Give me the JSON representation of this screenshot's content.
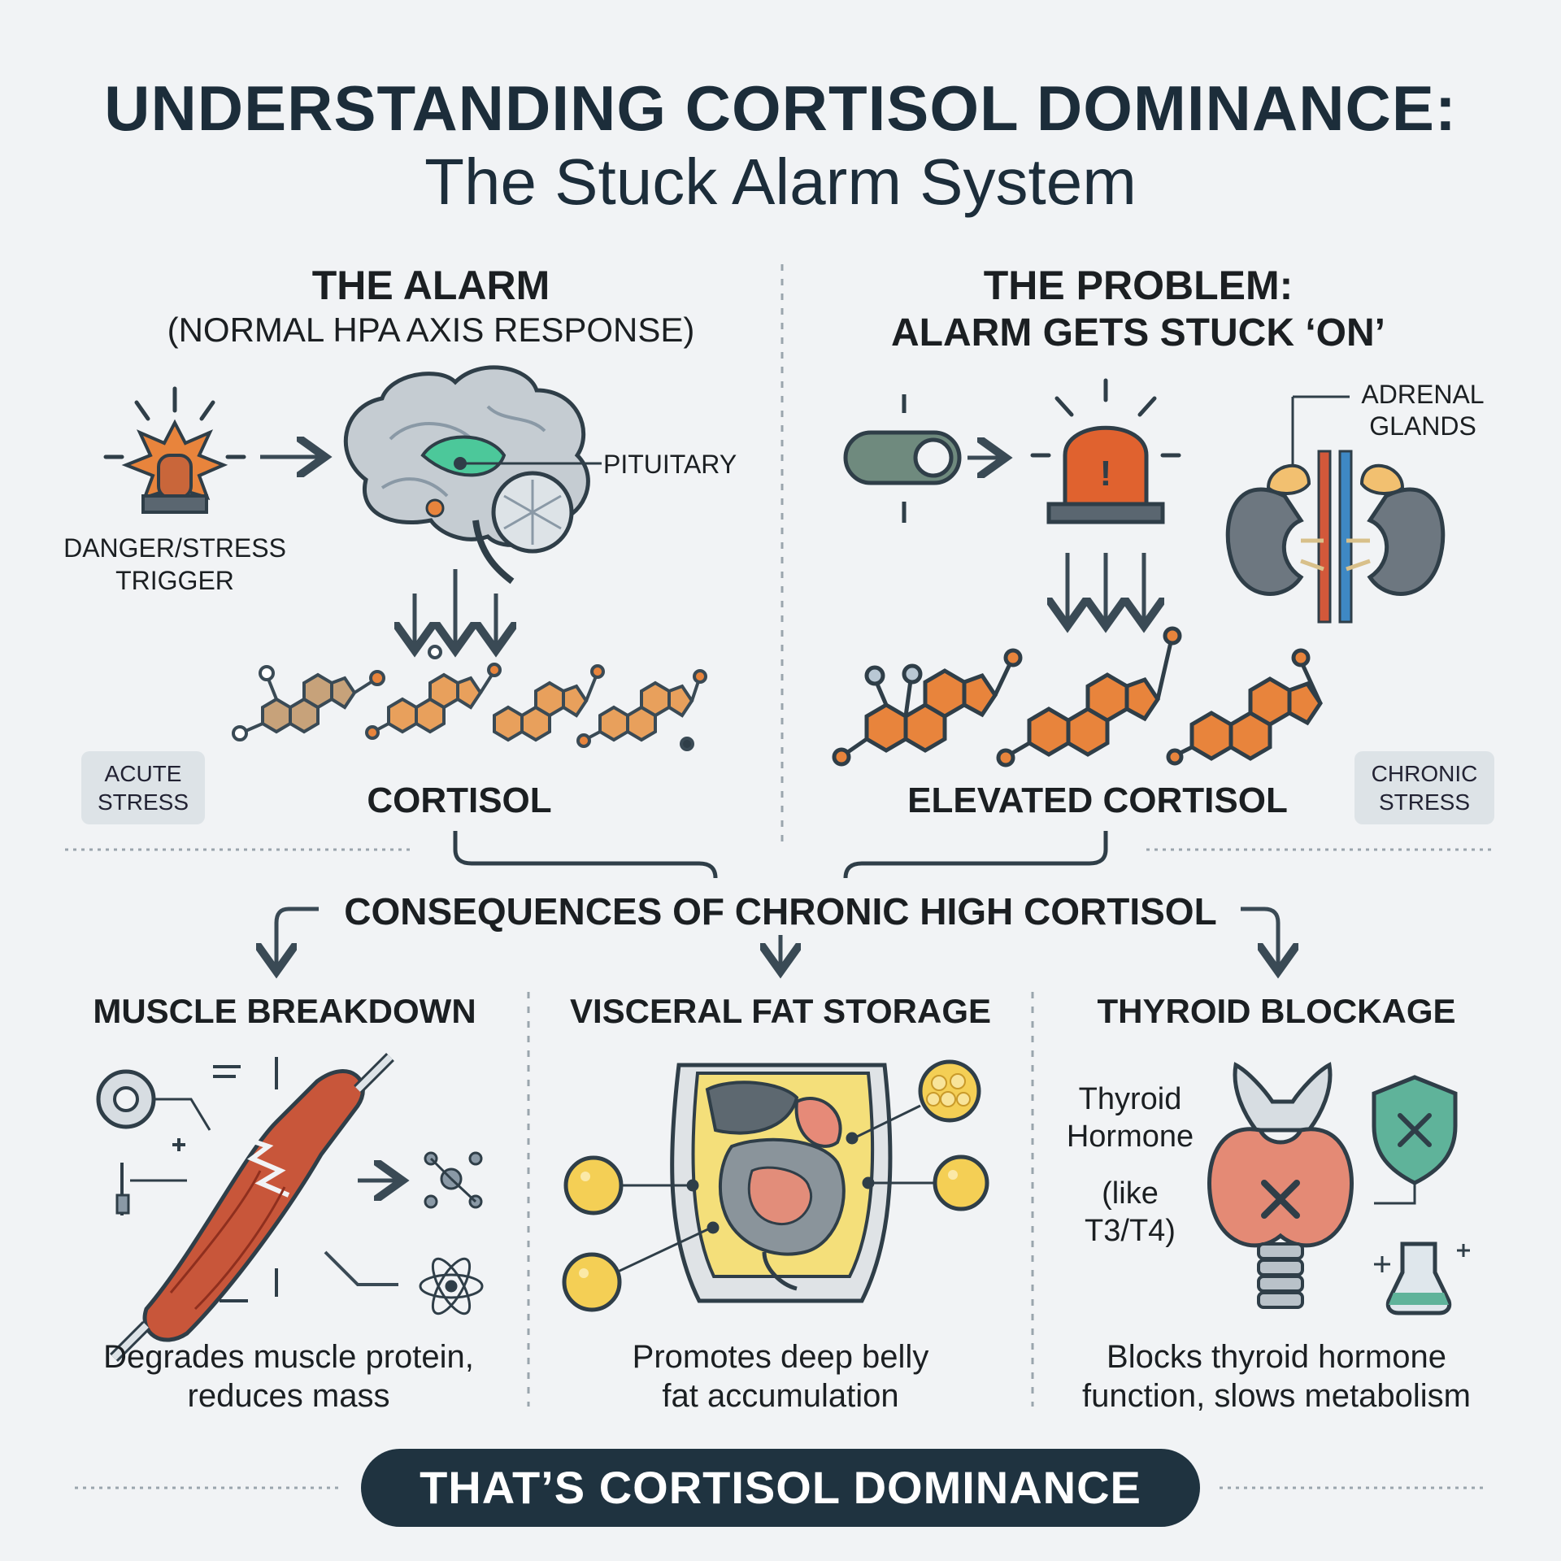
{
  "title": {
    "main": "UNDERSTANDING CORTISOL DOMINANCE:",
    "sub": "The Stuck Alarm System"
  },
  "alarm": {
    "heading": "THE ALARM",
    "subheading": "(NORMAL HPA AXIS RESPONSE)",
    "trigger_label_1": "DANGER/STRESS",
    "trigger_label_2": "TRIGGER",
    "pituitary_label": "PITUITARY",
    "cortisol_label": "CORTISOL",
    "badge_1": "ACUTE",
    "badge_2": "STRESS"
  },
  "problem": {
    "heading_1": "THE PROBLEM:",
    "heading_2": "ALARM GETS STUCK ‘ON’",
    "adrenal_label_1": "ADRENAL",
    "adrenal_label_2": "GLANDS",
    "cortisol_label": "ELEVATED CORTISOL",
    "badge_1": "CHRONIC",
    "badge_2": "STRESS"
  },
  "consequences": {
    "heading": "CONSEQUENCES OF CHRONIC HIGH CORTISOL",
    "muscle": {
      "heading": "MUSCLE BREAKDOWN",
      "desc_1": "Degrades muscle protein,",
      "desc_2": "reduces mass"
    },
    "fat": {
      "heading": "VISCERAL FAT STORAGE",
      "desc_1": "Promotes deep belly",
      "desc_2": "fat accumulation"
    },
    "thyroid": {
      "heading": "THYROID BLOCKAGE",
      "label_1": "Thyroid",
      "label_2": "Hormone",
      "label_3": "(like",
      "label_4": "T3/T4)",
      "desc_1": "Blocks thyroid hormone",
      "desc_2": "function, slows metabolism"
    }
  },
  "banner": "THAT’S CORTISOL DOMINANCE",
  "colors": {
    "dark": "#1f3340",
    "orange": "#e8843c",
    "muscle_red": "#c8563a",
    "brain_gray": "#8a99a6",
    "pituitary_green": "#4cc89a",
    "fat_yellow": "#f4cf55",
    "shield_green": "#5fb39a"
  }
}
